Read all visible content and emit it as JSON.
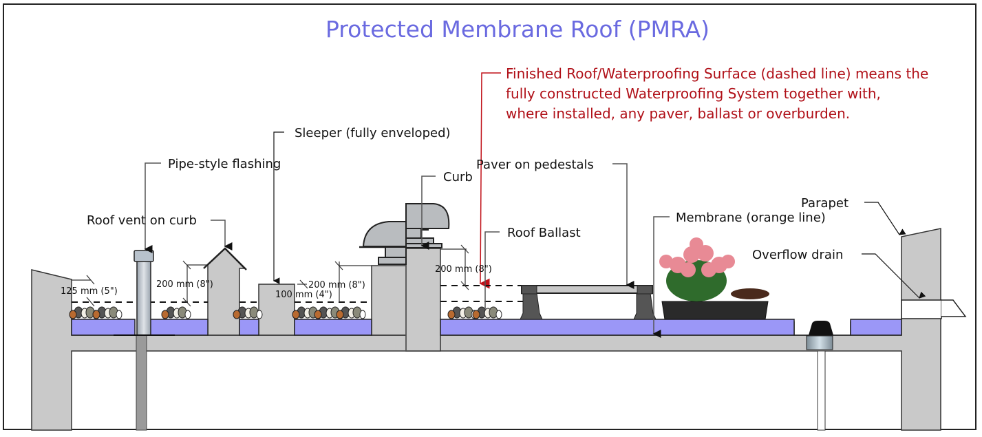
{
  "title": "Protected Membrane Roof (PMRA)",
  "definition": {
    "lines": [
      "Finished Roof/Waterproofing Surface (dashed line) means the",
      "fully constructed Waterproofing System together with,",
      "where installed, any paver, ballast or overburden."
    ],
    "color": "#b01018"
  },
  "labels": {
    "sleeper": "Sleeper (fully enveloped)",
    "pipe_flashing": "Pipe-style flashing",
    "roof_vent": "Roof vent on curb",
    "curb": "Curb",
    "paver": "Paver on pedestals",
    "roof_ballast": "Roof Ballast",
    "membrane": "Membrane (orange line)",
    "parapet": "Parapet",
    "overflow_drain": "Overflow drain"
  },
  "dimensions": {
    "left_wall": "125 mm (5\")",
    "pipe": "200 mm (8\")",
    "sleeper_small": "100 mm (4\")",
    "vent_curb": "200 mm (8\")",
    "curb_right": "200 mm (8\")"
  },
  "colors": {
    "title": "#6a6ae0",
    "insulation": "#9b97f7",
    "concrete": "#c9c9c9"
  }
}
